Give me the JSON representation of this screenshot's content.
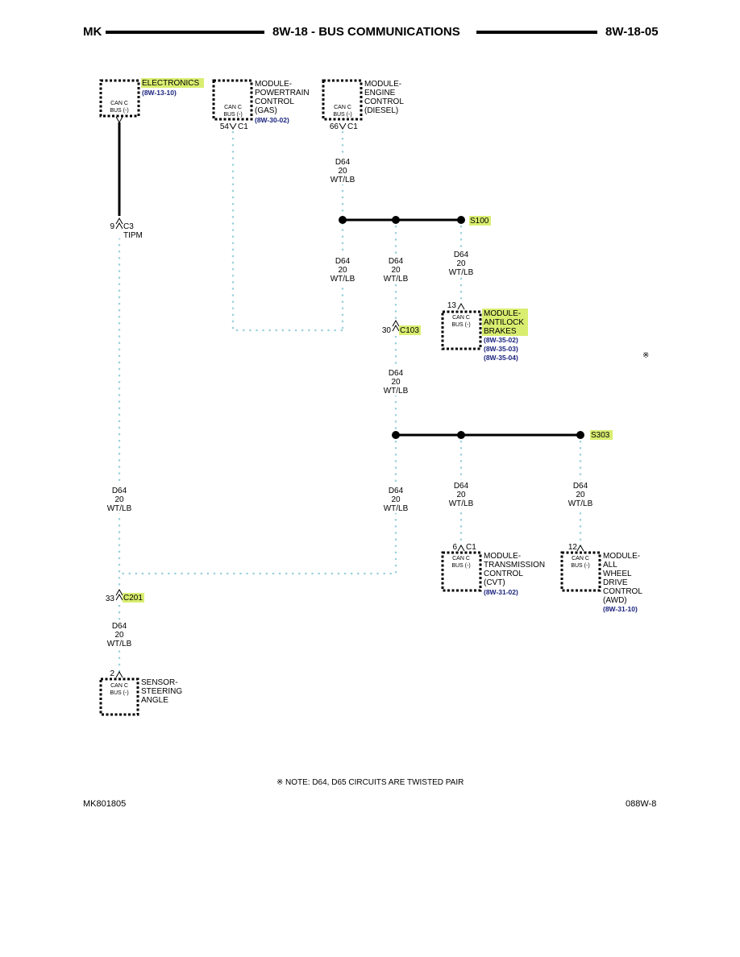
{
  "header": {
    "left": "MK",
    "center": "8W-18 - BUS COMMUNICATIONS",
    "right": "8W-18-05"
  },
  "colors": {
    "wire_dotted": "#9ad0dc",
    "wire_solid": "#000000",
    "highlight": "#d9ee70",
    "reference_text": "#1a237e"
  },
  "modules": {
    "electronics": {
      "name": "ELECTRONICS",
      "ref": "(8W-13-10)",
      "can": [
        "CAN C",
        "BUS (-)"
      ]
    },
    "pcm": {
      "name": [
        "MODULE-",
        "POWERTRAIN",
        "CONTROL",
        "(GAS)"
      ],
      "ref": "(8W-30-02)",
      "can": [
        "CAN C",
        "BUS (-)"
      ],
      "pin": "54",
      "conn": "C1"
    },
    "ecm": {
      "name": [
        "MODULE-",
        "ENGINE",
        "CONTROL",
        "(DIESEL)"
      ],
      "can": [
        "CAN C",
        "BUS (-)"
      ],
      "pin": "66",
      "conn": "C1"
    },
    "abs": {
      "name": [
        "MODULE-",
        "ANTILOCK",
        "BRAKES"
      ],
      "refs": [
        "(8W-35-02)",
        "(8W-35-03)",
        "(8W-35-04)"
      ],
      "can": [
        "CAN C",
        "BUS (-)"
      ],
      "pin": "13"
    },
    "tcm": {
      "name": [
        "MODULE-",
        "TRANSMISSION",
        "CONTROL",
        "(CVT)"
      ],
      "ref": "(8W-31-02)",
      "can": [
        "CAN C",
        "BUS (-)"
      ],
      "pin": "6",
      "conn": "C1"
    },
    "awd": {
      "name": [
        "MODULE-",
        "ALL",
        "WHEEL",
        "DRIVE",
        "CONTROL",
        "(AWD)"
      ],
      "ref": "(8W-31-10)",
      "can": [
        "CAN C",
        "BUS (-)"
      ],
      "pin": "12"
    },
    "sas": {
      "name": [
        "SENSOR-",
        "STEERING",
        "ANGLE"
      ],
      "can": [
        "CAN C",
        "BUS (-)"
      ],
      "pin": "2"
    }
  },
  "connectors": {
    "c3": {
      "pin": "9",
      "name": "C3",
      "sub": "TIPM"
    },
    "c103": {
      "pin": "30",
      "name": "C103"
    },
    "c201": {
      "pin": "33",
      "name": "C201"
    }
  },
  "splices": {
    "s100": "S100",
    "s303": "S303"
  },
  "wire": [
    "D64",
    "20",
    "WT/LB"
  ],
  "twisted_symbol": "※",
  "note": "NOTE: D64, D65 CIRCUITS ARE TWISTED PAIR",
  "footer": {
    "left": "MK801805",
    "right": "088W-8"
  }
}
